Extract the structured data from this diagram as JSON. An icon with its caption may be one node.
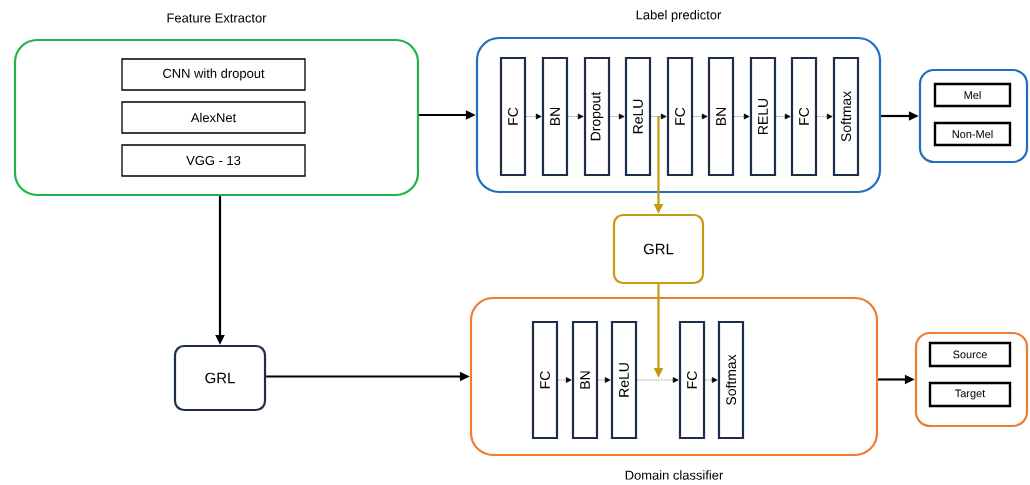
{
  "diagram": {
    "nodes": [
      {
        "text": [
          "Feature Extractor"
        ]
      },
      {
        "text": [
          "CNN with dropout"
        ],
        "in": 0
      },
      {
        "text": [
          "AlexNet"
        ],
        "in": 0
      },
      {
        "text": [
          "VGG - 13"
        ],
        "in": 0
      },
      {
        "text": [
          "Label predictor"
        ]
      },
      {
        "text": [
          "FC"
        ],
        "in": 4
      },
      {
        "text": [
          "BN"
        ],
        "in": 4
      },
      {
        "text": [
          "Dropout"
        ],
        "in": 4
      },
      {
        "text": [
          "ReLU"
        ],
        "in": 4
      },
      {
        "text": [
          "FC"
        ],
        "in": 4
      },
      {
        "text": [
          "BN"
        ],
        "in": 4
      },
      {
        "text": [
          "RELU"
        ],
        "in": 4
      },
      {
        "text": [
          "FC"
        ],
        "in": 4
      },
      {
        "text": [
          "Softmax"
        ],
        "in": 4
      },
      {
        "text": [],
        "shape": "box"
      },
      {
        "text": [
          "Mel"
        ],
        "in": 14
      },
      {
        "text": [
          "Non-Mel"
        ],
        "in": 14
      },
      {
        "text": [
          "GRL"
        ]
      },
      {
        "text": [
          "GRL"
        ]
      },
      {
        "text": [
          "Domain classifier"
        ]
      },
      {
        "text": [
          "FC"
        ],
        "in": 19
      },
      {
        "text": [
          "BN"
        ],
        "in": 19
      },
      {
        "text": [
          "ReLU"
        ],
        "in": 19
      },
      {
        "text": [
          "FC"
        ],
        "in": 19
      },
      {
        "text": [
          "Softmax"
        ],
        "in": 19
      },
      {
        "text": [],
        "shape": "box"
      },
      {
        "text": [
          "Source"
        ],
        "in": 25
      },
      {
        "text": [
          "Target"
        ],
        "in": 25
      }
    ],
    "edges": [
      {
        "from": 0,
        "to": 4,
        "arrow": "to",
        "style": "thick"
      },
      {
        "from": 4,
        "to": 14,
        "arrow": "to",
        "style": "thick"
      },
      {
        "from": 0,
        "to": 18,
        "arrow": "to",
        "style": "thick"
      },
      {
        "from": 18,
        "to": 19,
        "arrow": "to",
        "style": "thick"
      },
      {
        "from": 19,
        "to": 25,
        "arrow": "to",
        "style": "thick"
      },
      {
        "from": 8,
        "to": 17,
        "arrow": "to",
        "style": "thick",
        "color": "#c49a12"
      },
      {
        "from": 17,
        "to": null,
        "arrow": "to",
        "style": "thick",
        "color": "#c49a12"
      },
      {
        "from": 5,
        "to": 6,
        "arrow": "to",
        "style": "dashed"
      },
      {
        "from": 6,
        "to": 7,
        "arrow": "to",
        "style": "dashed"
      },
      {
        "from": 7,
        "to": 8,
        "arrow": "to",
        "style": "dashed"
      },
      {
        "from": 8,
        "to": 9,
        "arrow": "to",
        "style": "dashed"
      },
      {
        "from": 9,
        "to": 10,
        "arrow": "to",
        "style": "dashed"
      },
      {
        "from": 10,
        "to": 11,
        "arrow": "to",
        "style": "dashed"
      },
      {
        "from": 11,
        "to": 12,
        "arrow": "to",
        "style": "dashed"
      },
      {
        "from": 12,
        "to": 13,
        "arrow": "to",
        "style": "dashed"
      },
      {
        "from": 20,
        "to": 21,
        "arrow": "to",
        "style": "dashed"
      },
      {
        "from": 21,
        "to": 22,
        "arrow": "to",
        "style": "dashed"
      },
      {
        "from": 22,
        "to": 23,
        "arrow": "to",
        "style": "dashed"
      },
      {
        "from": 23,
        "to": 24,
        "arrow": "to",
        "style": "dashed"
      }
    ]
  }
}
